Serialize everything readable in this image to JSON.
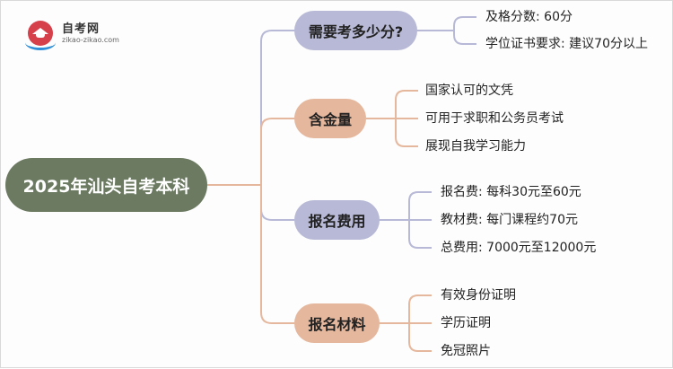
{
  "logo": {
    "name": "自考网",
    "url": "zikao-zikao.com"
  },
  "root": {
    "label": "2025年汕头自考本科"
  },
  "branches": [
    {
      "label": "需要考多少分?",
      "items": [
        "及格分数: 60分",
        "学位证书要求: 建议70分以上"
      ]
    },
    {
      "label": "含金量",
      "items": [
        "国家认可的文凭",
        "可用于求职和公务员考试",
        "展现自我学习能力"
      ]
    },
    {
      "label": "报名费用",
      "items": [
        "报名费: 每科30元至60元",
        "教材费: 每门课程约70元",
        "总费用: 7000元至12000元"
      ]
    },
    {
      "label": "报名材料",
      "items": [
        "有效身份证明",
        "学历证明",
        "免冠照片"
      ]
    }
  ],
  "colors": {
    "root": "#6b7a61",
    "branch_purple": "#b7b9d6",
    "branch_peach": "#e5b79d",
    "line_purple": "#b7b9d6",
    "line_peach": "#e5b79d",
    "logo_red": "#d6404b",
    "logo_blue": "#2f8fd8"
  }
}
